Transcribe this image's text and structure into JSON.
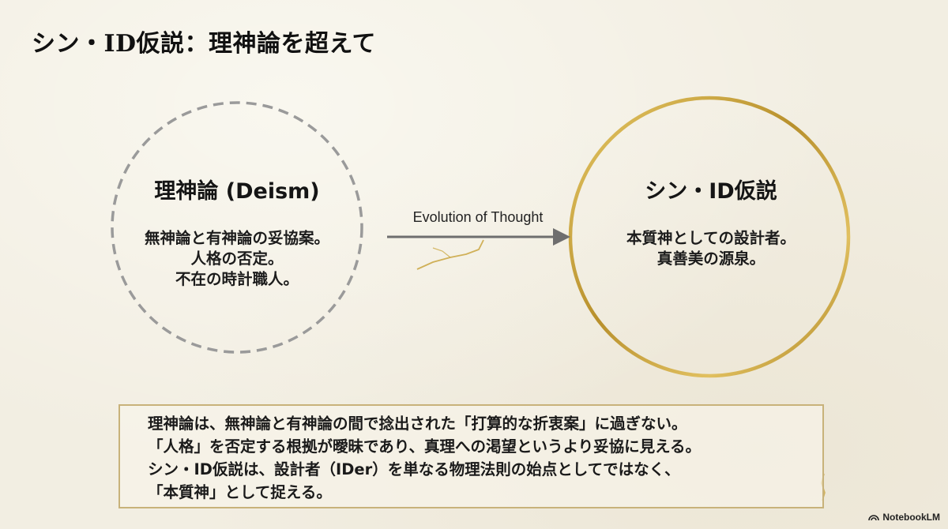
{
  "title": "シン・ID仮説：理神論を超えて",
  "left_node": {
    "title": "理神論 (Deism)",
    "lines": [
      "無神論と有神論の妥協案。",
      "人格の否定。",
      "不在の時計職人。"
    ]
  },
  "right_node": {
    "title": "シン・ID仮説",
    "lines": [
      "本質神としての設計者。",
      "真善美の源泉。"
    ]
  },
  "arrow_label": "Evolution of Thought",
  "note_lines": [
    "理神論は、無神論と有神論の間で捻出された「打算的な折衷案」に過ぎない。",
    "「人格」を否定する根拠が曖昧であり、真理への渇望というより妥協に見える。",
    "シン・ID仮説は、設計者（IDer）を単なる物理法則の始点としてではなく、",
    "「本質神」として捉える。"
  ],
  "brand": "NotebookLM",
  "colors": {
    "background": "#f2eee2",
    "dashed_circle": "#9a9a9a",
    "gold": "#c9a53e",
    "arrow": "#6e6e6e",
    "note_border": "#c8b27a"
  }
}
